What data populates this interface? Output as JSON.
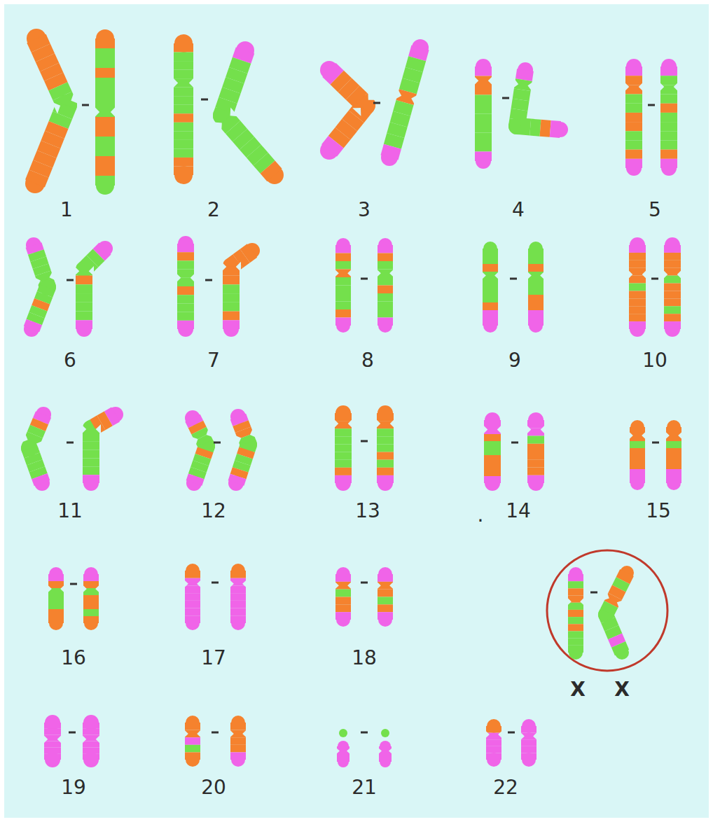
{
  "diagram": {
    "labels": [
      "1",
      "2",
      "3",
      "4",
      "5",
      "6",
      "7",
      "8",
      "9",
      "10",
      "11",
      "12",
      "13",
      ".",
      "14",
      "15",
      "16",
      "17",
      "18",
      "X",
      "X",
      "19",
      "20",
      "21",
      "22"
    ]
  }
}
